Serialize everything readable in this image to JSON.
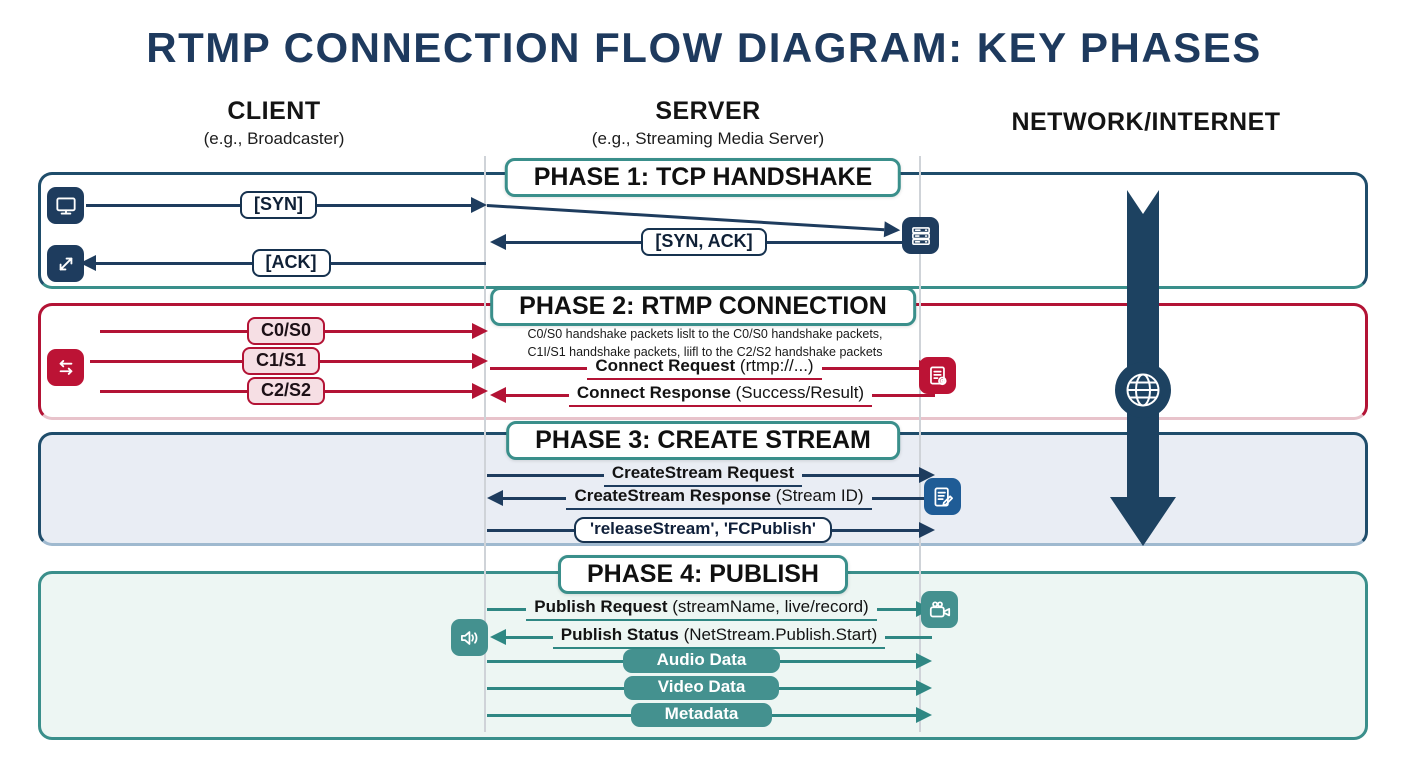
{
  "title": "RTMP CONNECTION FLOW DIAGRAM: KEY PHASES",
  "columns": {
    "client": {
      "label": "CLIENT",
      "sublabel": "(e.g., Broadcaster)"
    },
    "server": {
      "label": "SERVER",
      "sublabel": "(e.g., Streaming Media Server)"
    },
    "network": {
      "label": "NETWORK/INTERNET"
    }
  },
  "phase1": {
    "title": "PHASE 1: TCP HANDSHAKE",
    "syn": "[SYN]",
    "syn_ack": "[SYN, ACK]",
    "ack": "[ACK]"
  },
  "phase2": {
    "title": "PHASE 2: RTMP CONNECTION",
    "handshake1": "C0/S0",
    "handshake2": "C1/S1",
    "handshake3": "C2/S2",
    "note_line1": "C0/S0 handshake packets lislt to the C0/S0 handshake packets,",
    "note_line2": "C1I/S1 handshake packets, liifl to the C2/S2 handshake packets",
    "connect_request": "Connect Request",
    "connect_request_detail": " (rtmp://...)",
    "connect_response": "Connect Response",
    "connect_response_detail": " (Success/Result)"
  },
  "phase3": {
    "title": "PHASE 3: CREATE STREAM",
    "create_request": "CreateStream Request",
    "create_response": "CreateStream Response",
    "create_response_detail": " (Stream ID)",
    "release_publish": "'releaseStream', 'FCPublish'"
  },
  "phase4": {
    "title": "PHASE 4: PUBLISH",
    "publish_request": "Publish Request",
    "publish_request_detail": " (streamName, live/record)",
    "publish_status": "Publish Status",
    "publish_status_detail": " (NetStream.Publish.Start)",
    "audio": "Audio Data",
    "video": "Video Data",
    "metadata": "Metadata"
  },
  "colors": {
    "navy": "#1e3c5e",
    "phase_border_navy": "#1f4d6b",
    "crimson": "#b31335",
    "teal_border": "#3a8f8b",
    "teal_fill": "#44918f",
    "pink_label_bg": "#f6dfe4",
    "phase3_bg": "#e9edf4",
    "phase4_bg": "#edf6f3",
    "blue_icon": "#1f5c96",
    "network_arrow": "#1d4261"
  },
  "icons": {
    "client_device": "monitor-icon",
    "client_session": "expand-arrows-icon",
    "server": "server-rack-icon",
    "rtmp_exchange": "transfer-arrows-icon",
    "connect_result": "document-badge-icon",
    "create_stream": "document-edit-icon",
    "publish_video": "video-camera-icon",
    "publish_audio": "speaker-icon",
    "internet": "globe-icon",
    "network_flow": "down-arrow-icon"
  }
}
